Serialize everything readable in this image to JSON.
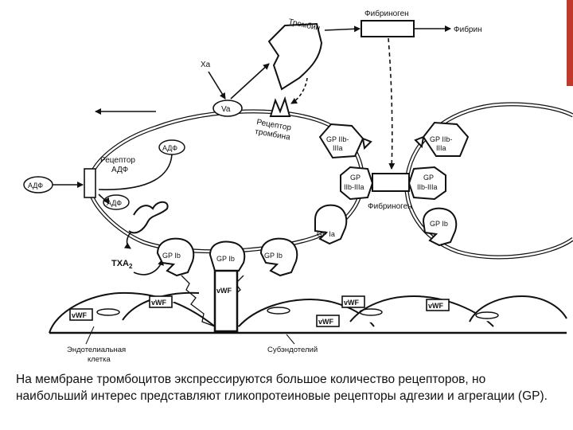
{
  "diagram": {
    "labels": {
      "thrombin": "Тромбин",
      "fibrinogen_top": "Фибриноген",
      "fibrin": "Фибрин",
      "xa": "Xa",
      "va": "Va",
      "thrombin_receptor": [
        "Рецептор",
        "тромбина"
      ],
      "adp_receptor": [
        "Рецептор",
        "АДФ"
      ],
      "adp": "АДФ",
      "gp2b3a": [
        "GP IIb-",
        "IIIa"
      ],
      "gp2b3a_bound": [
        "GP",
        "IIb-IIIa"
      ],
      "fibrinogen_bridge": "Фибриноген",
      "gp1a": "GP Ia",
      "gp1b": "GP Ib",
      "txa2": "TXA",
      "txa2_sub": "2",
      "vwf": "vWF",
      "endothelial_cell": [
        "Эндотелиальная",
        "клетка"
      ],
      "subendothelium": "Субэндотелий"
    }
  },
  "caption": "На мембране тромбоцитов экспрессируются большое количество рецепторов, но наибольший интерес представляют гликопротеиновые рецепторы адгезии и агрегации (GP).",
  "colors": {
    "accent_bar": "#c0392b",
    "ink": "#111111"
  }
}
